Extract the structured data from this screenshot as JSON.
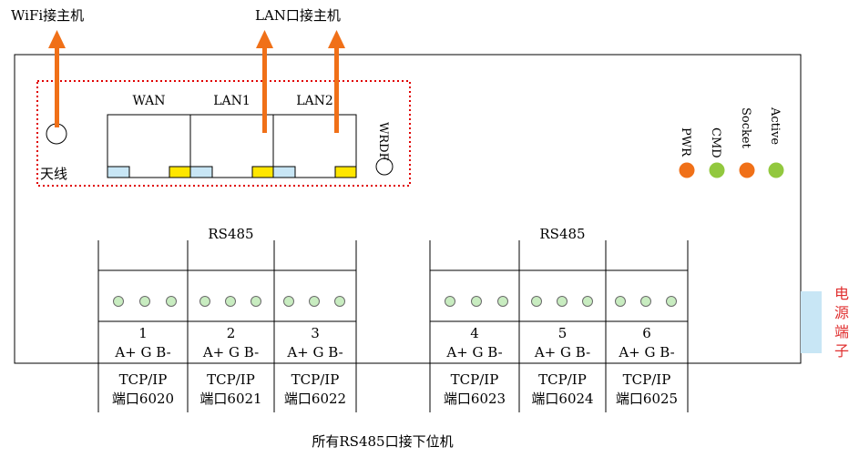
{
  "labels": {
    "wifi_host": "WiFi接主机",
    "lan_host": "LAN口接主机",
    "antenna": "天线",
    "wan": "WAN",
    "lan1": "LAN1",
    "lan2": "LAN2",
    "wrdf": "WRDF",
    "rs485_left": "RS485",
    "rs485_right": "RS485",
    "power_port": "电源端子",
    "footer": "所有RS485口接下位机"
  },
  "leds": [
    {
      "label": "PWR",
      "color": "#f07018"
    },
    {
      "label": "CMD",
      "color": "#92c83e"
    },
    {
      "label": "Socket",
      "color": "#f07018"
    },
    {
      "label": "Active",
      "color": "#92c83e"
    }
  ],
  "terminals": [
    {
      "number": "1",
      "pins": "A+ G B-",
      "protocol": "TCP/IP",
      "port": "端口6020"
    },
    {
      "number": "2",
      "pins": "A+ G B-",
      "protocol": "TCP/IP",
      "port": "端口6021"
    },
    {
      "number": "3",
      "pins": "A+ G B-",
      "protocol": "TCP/IP",
      "port": "端口6022"
    },
    {
      "number": "4",
      "pins": "A+ G B-",
      "protocol": "TCP/IP",
      "port": "端口6023"
    },
    {
      "number": "5",
      "pins": "A+ G B-",
      "protocol": "TCP/IP",
      "port": "端口6024"
    },
    {
      "number": "6",
      "pins": "A+ G B-",
      "protocol": "TCP/IP",
      "port": "端口6025"
    }
  ],
  "colors": {
    "arrow": "#f07018",
    "dotted_border": "#e00000",
    "port_blue": "#c8e6f5",
    "port_yellow": "#ffe600",
    "terminal_screw": "#c8ecc0",
    "power_block": "#c8e6f5",
    "power_text": "#e03030"
  }
}
